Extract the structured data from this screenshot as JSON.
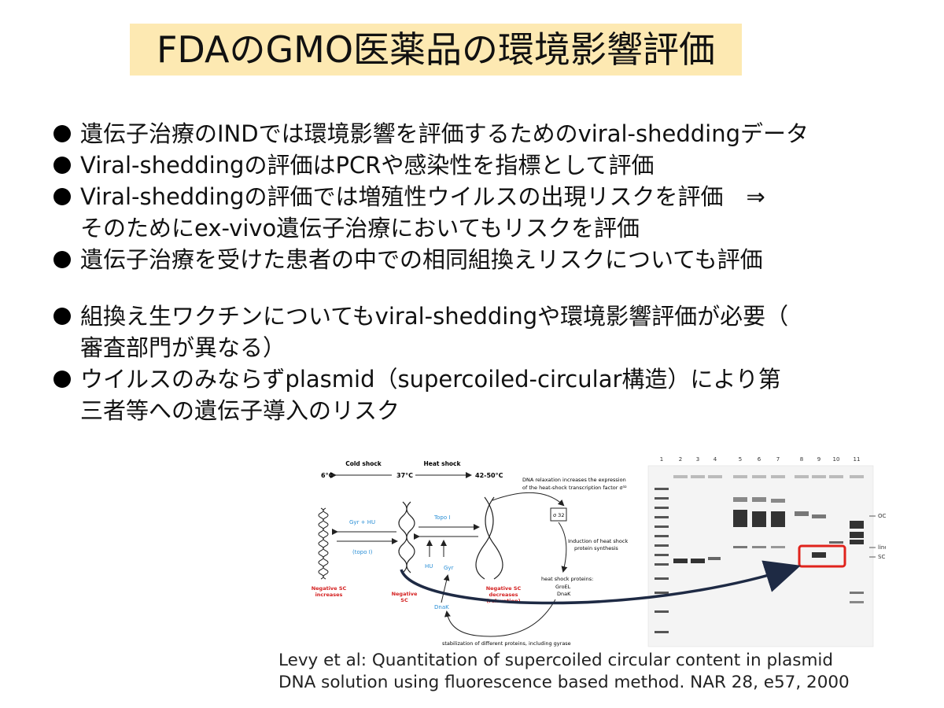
{
  "title": "FDAのGMO医薬品の環境影響評価",
  "bullets": [
    {
      "lines": [
        "遺伝子治療のINDでは環境影響を評価するためのviral-sheddingデータ"
      ]
    },
    {
      "lines": [
        "Viral-sheddingの評価はPCRや感染性を指標として評価"
      ]
    },
    {
      "lines": [
        "Viral-sheddingの評価では増殖性ウイルスの出現リスクを評価　⇒",
        "そのためにex-vivo遺伝子治療においてもリスクを評価"
      ]
    },
    {
      "lines": [
        "遺伝子治療を受けた患者の中での相同組換えリスクについても評価"
      ]
    },
    {
      "lines": [
        "組換え生ワクチンについてもviral-sheddingや環境影響評価が必要（",
        "審査部門が異なる）"
      ]
    },
    {
      "lines": [
        "ウイルスのみならずplasmid（supercoiled-circular構造）により第",
        "三者等への遺伝子導入のリスク"
      ]
    }
  ],
  "diagram": {
    "cold_shock": "Cold shock",
    "heat_shock": "Heat shock",
    "temp_low": "6°C",
    "temp_mid": "37°C",
    "temp_high": "42-50°C",
    "gyr_hu": "Gyr + HU",
    "topo_i_paren": "(topo I)",
    "topo_i": "Topo I",
    "hu": "HU",
    "gyr": "Gyr",
    "dnak_blue": "DnaK",
    "neg_sc_increases_1": "Negative SC",
    "neg_sc_increases_2": "increases",
    "neg_sc_1": "Negative",
    "neg_sc_2": "SC",
    "neg_sc_decreases_1": "Negative SC",
    "neg_sc_decreases_2": "decreases",
    "neg_sc_decreases_3": "(relaxation)",
    "relax_1": "DNA relaxation increases the expression",
    "relax_2": "of the heat-shock transcription factor σ³²",
    "sigma": "σ 32",
    "induction_1": "Induction of heat shock",
    "induction_2": "protein synthesis",
    "hsp_1": "heat shock proteins:",
    "hsp_2": "GroEL",
    "hsp_3": "DnaK",
    "stabilization": "stabilization of different proteins, including gyrase"
  },
  "gel": {
    "lanes": [
      "1",
      "2",
      "3",
      "4",
      "5",
      "6",
      "7",
      "8",
      "9",
      "10",
      "11"
    ],
    "band_labels": [
      "OC",
      "linear",
      "SC"
    ]
  },
  "citation": [
    "Levy et al: Quantitation of supercoiled circular content in plasmid",
    "DNA solution using fluorescence based method. NAR 28, e57, 2000"
  ],
  "colors": {
    "title_bg": "#fde9b2",
    "highlight_red": "#e0231c",
    "diagram_blue": "#2a8fd6",
    "diagram_red": "#d42020"
  }
}
